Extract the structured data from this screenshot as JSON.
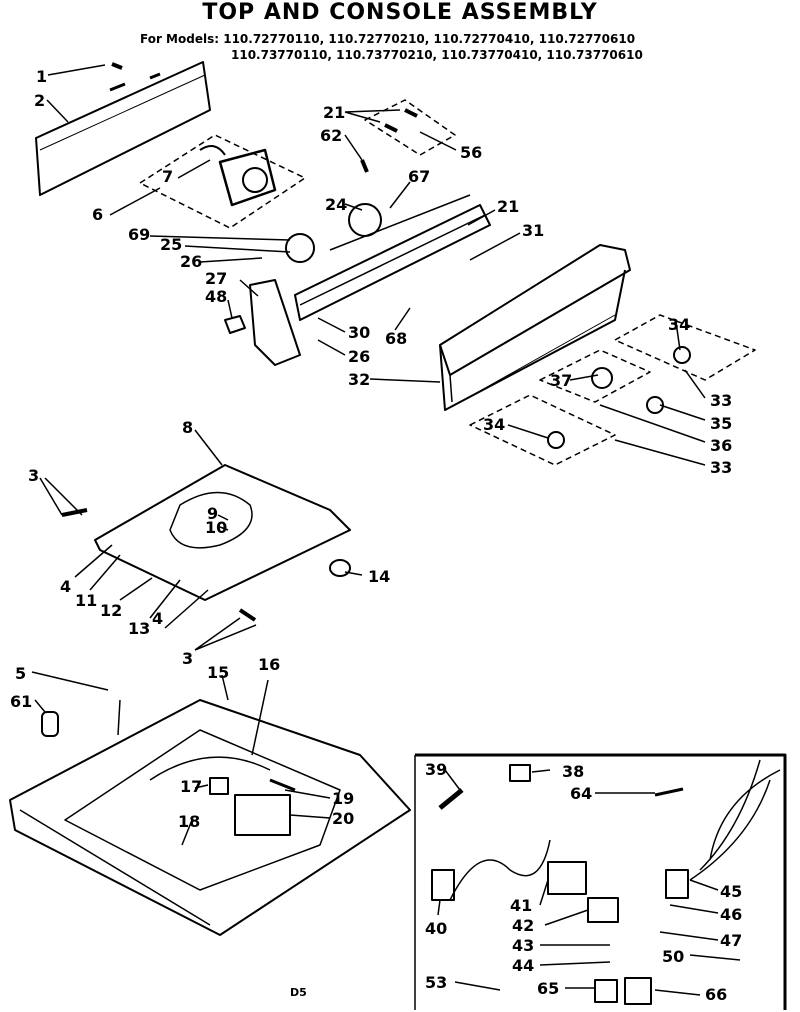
{
  "header": {
    "title": "TOP AND CONSOLE ASSEMBLY",
    "models_prefix": "For Models:",
    "models_line1": "110.72770110, 110.72770210, 110.72770410, 110.72770610",
    "models_line2": "110.73770110, 110.73770210, 110.73770410, 110.73770610"
  },
  "footer": {
    "page_code": "D5"
  },
  "callouts": [
    "1",
    "2",
    "21",
    "62",
    "56",
    "6",
    "7",
    "67",
    "24",
    "21",
    "69",
    "25",
    "31",
    "26",
    "27",
    "48",
    "68",
    "30",
    "26",
    "32",
    "34",
    "37",
    "33",
    "35",
    "36",
    "34",
    "33",
    "8",
    "3",
    "9",
    "10",
    "4",
    "11",
    "12",
    "13",
    "4",
    "3",
    "14",
    "5",
    "15",
    "16",
    "61",
    "17",
    "19",
    "18",
    "20",
    "39",
    "38",
    "64",
    "45",
    "41",
    "46",
    "42",
    "40",
    "43",
    "47",
    "44",
    "50",
    "53",
    "65",
    "66"
  ]
}
